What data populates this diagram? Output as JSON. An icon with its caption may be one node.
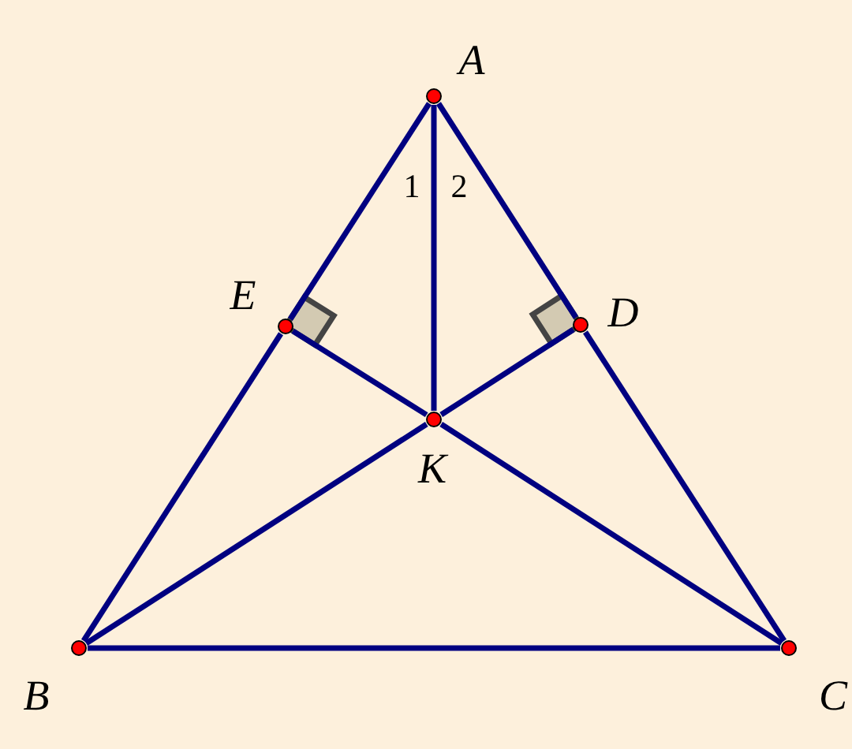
{
  "diagram": {
    "nodes": [
      {
        "text": [
          "A"
        ]
      },
      {
        "text": [
          "B"
        ]
      },
      {
        "text": [
          "C"
        ]
      },
      {
        "text": [
          "E"
        ]
      },
      {
        "text": [
          "D"
        ]
      },
      {
        "text": [
          "K"
        ]
      }
    ],
    "edges": [
      {
        "from": 0,
        "to": 3,
        "arrow": "none"
      },
      {
        "from": 3,
        "to": 1,
        "arrow": "none"
      },
      {
        "from": 0,
        "to": 4,
        "arrow": "none"
      },
      {
        "from": 4,
        "to": 2,
        "arrow": "none"
      },
      {
        "from": 1,
        "to": 2,
        "arrow": "none"
      },
      {
        "from": 0,
        "to": 5,
        "arrow": "none"
      },
      {
        "from": 1,
        "to": 5,
        "arrow": "none"
      },
      {
        "from": 5,
        "to": 4,
        "arrow": "none"
      },
      {
        "from": 2,
        "to": 5,
        "arrow": "none"
      },
      {
        "from": 5,
        "to": 3,
        "arrow": "none"
      }
    ],
    "labels": [
      "1",
      "2"
    ]
  }
}
